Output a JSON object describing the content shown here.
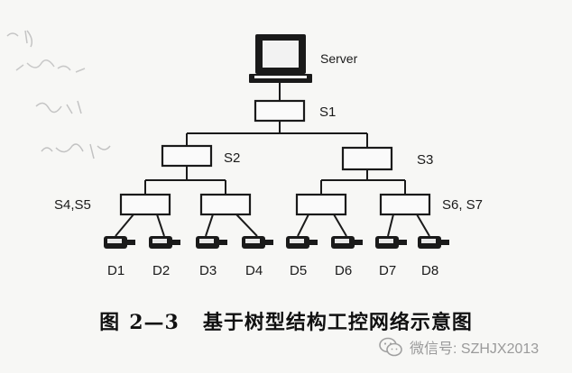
{
  "server_label": "Server",
  "switch_labels": {
    "s1": "S1",
    "s2": "S2",
    "s3": "S3",
    "s45": "S4,S5",
    "s67": "S6, S7"
  },
  "devices": [
    "D1",
    "D2",
    "D3",
    "D4",
    "D5",
    "D6",
    "D7",
    "D8"
  ],
  "caption": {
    "fig_label": "图",
    "fig_number": "2—3",
    "fig_title": "基于树型结构工控网络示意图"
  },
  "watermark": {
    "text": "微信号: SZHJX2013",
    "icon": "wechat-icon"
  }
}
